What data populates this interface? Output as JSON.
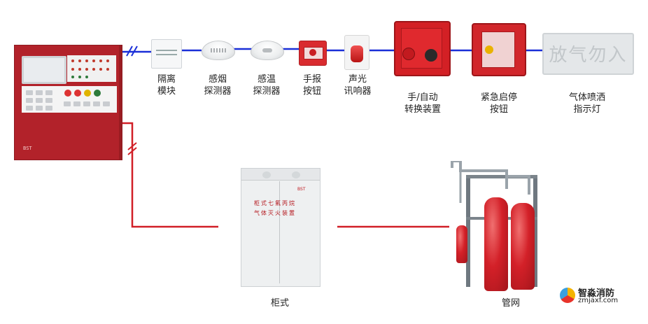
{
  "colors": {
    "bus_wire": "#1a2fd8",
    "power_wire": "#d11f27",
    "panel_red": "#b2222a"
  },
  "panel": {
    "brand": "BST"
  },
  "devices": {
    "isolation_module": {
      "label_line1": "隔离",
      "label_line2": "模块",
      "icon": "isolation-module-icon"
    },
    "smoke_detector": {
      "label_line1": "感烟",
      "label_line2": "探测器",
      "icon": "smoke-detector-icon"
    },
    "heat_detector": {
      "label_line1": "感温",
      "label_line2": "探测器",
      "icon": "heat-detector-icon"
    },
    "manual_call_point": {
      "label_line1": "手报",
      "label_line2": "按钮",
      "icon": "manual-call-point-icon"
    },
    "sounder_strobe": {
      "label_line1": "声光",
      "label_line2": "讯响器",
      "icon": "sounder-strobe-icon"
    },
    "manual_auto_switch": {
      "label_line1": "手/自动",
      "label_line2": "转换装置",
      "icon": "manual-auto-switch-icon"
    },
    "emergency_stop": {
      "label_line1": "紧急启停",
      "label_line2": "按钮",
      "icon": "emergency-stop-button-icon"
    },
    "gas_release_lamp": {
      "label_line1": "气体喷洒",
      "label_line2": "指示灯",
      "icon": "gas-release-indicator-icon",
      "sign_text": "放气勿入"
    }
  },
  "systems": {
    "cabinet": {
      "label": "柜式",
      "brand": "BST",
      "plate_line1": "柜式七氟丙烷",
      "plate_line2": "气体灭火装置"
    },
    "pipe_network": {
      "label": "管网"
    }
  },
  "watermark": {
    "name_cn": "智淼消防",
    "url": "zmjaxf.com"
  }
}
